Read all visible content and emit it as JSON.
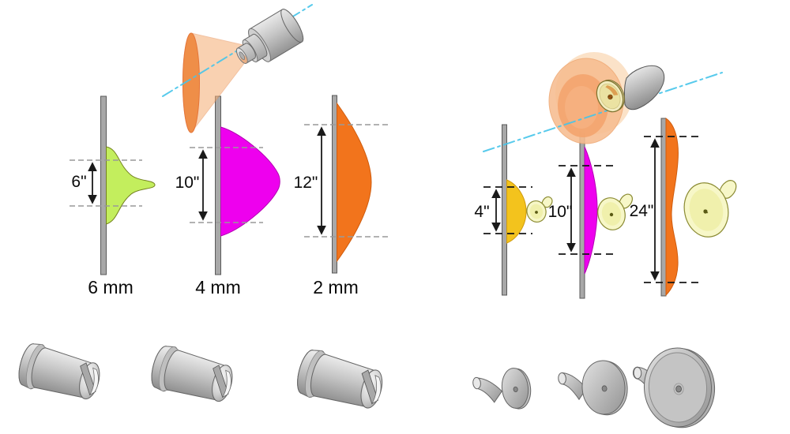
{
  "left_diagram": {
    "sprays": [
      {
        "fan_width": "6\"",
        "tip_size": "6 mm",
        "color": "#c3ee5d"
      },
      {
        "fan_width": "10\"",
        "tip_size": "4 mm",
        "color": "#ee00ee"
      },
      {
        "fan_width": "12\"",
        "tip_size": "2 mm",
        "color": "#f2741c"
      }
    ]
  },
  "right_diagram": {
    "sprays": [
      {
        "fan_width": "4\"",
        "color": "#f3c31d"
      },
      {
        "fan_width": "10\"",
        "color": "#ee00ee"
      },
      {
        "fan_width": "24\"",
        "color": "#f2741c"
      }
    ]
  },
  "colors": {
    "axis_line": "#45c4ea",
    "spray_cone": "#f5ad72",
    "cone_base": "#ef8e48",
    "plume_outer": "#fbdfc2",
    "plume_main": "#f7bd90",
    "plume_inner": "#f3a46e",
    "panel_bar": "#a8a8a8",
    "deflector_icon_fill": "#f7f7c8",
    "left_dimension_lines": "#999999",
    "right_dimension_lines": "#161616"
  },
  "icons": {
    "left_nozzle": "flat-tip-spray-nozzle-3d-icon",
    "right_nozzle": "deflector-disc-nozzle-3d-icon",
    "spray_cone": "spray-cone-icon",
    "spray_plume": "spray-plume-icon",
    "axis": "spray-axis-centerline-icon",
    "deflector_marker": "deflector-cap-icon"
  }
}
